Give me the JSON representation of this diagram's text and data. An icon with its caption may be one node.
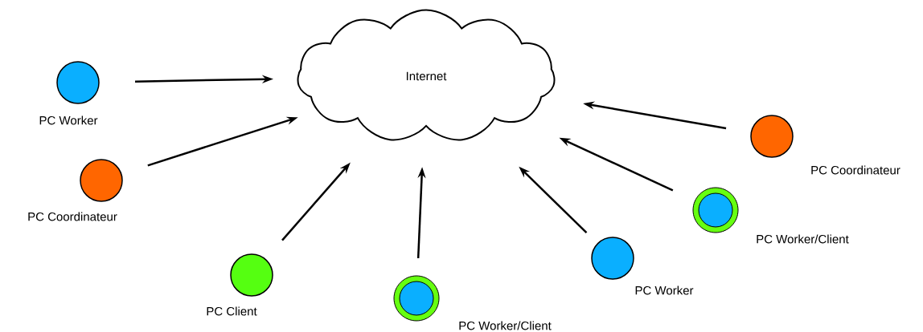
{
  "diagram": {
    "nodes": [
      {
        "text": [
          "Internet"
        ]
      },
      {
        "text": [
          "PC Worker"
        ]
      },
      {
        "text": [
          "PC Coordinateur"
        ]
      },
      {
        "text": [
          "PC Client"
        ]
      },
      {
        "text": [
          "PC Worker/Client"
        ]
      },
      {
        "text": [
          "PC Worker"
        ]
      },
      {
        "text": [
          "PC Worker/Client"
        ]
      },
      {
        "text": [
          "PC Coordinateur"
        ]
      }
    ],
    "edges": [
      {
        "from": 1,
        "to": 0,
        "arrow": "to"
      },
      {
        "from": 2,
        "to": 0,
        "arrow": "to"
      },
      {
        "from": 3,
        "to": 0,
        "arrow": "to"
      },
      {
        "from": 4,
        "to": 0,
        "arrow": "to"
      },
      {
        "from": 5,
        "to": 0,
        "arrow": "to"
      },
      {
        "from": 6,
        "to": 0,
        "arrow": "to"
      },
      {
        "from": 7,
        "to": 0,
        "arrow": "to"
      }
    ]
  }
}
